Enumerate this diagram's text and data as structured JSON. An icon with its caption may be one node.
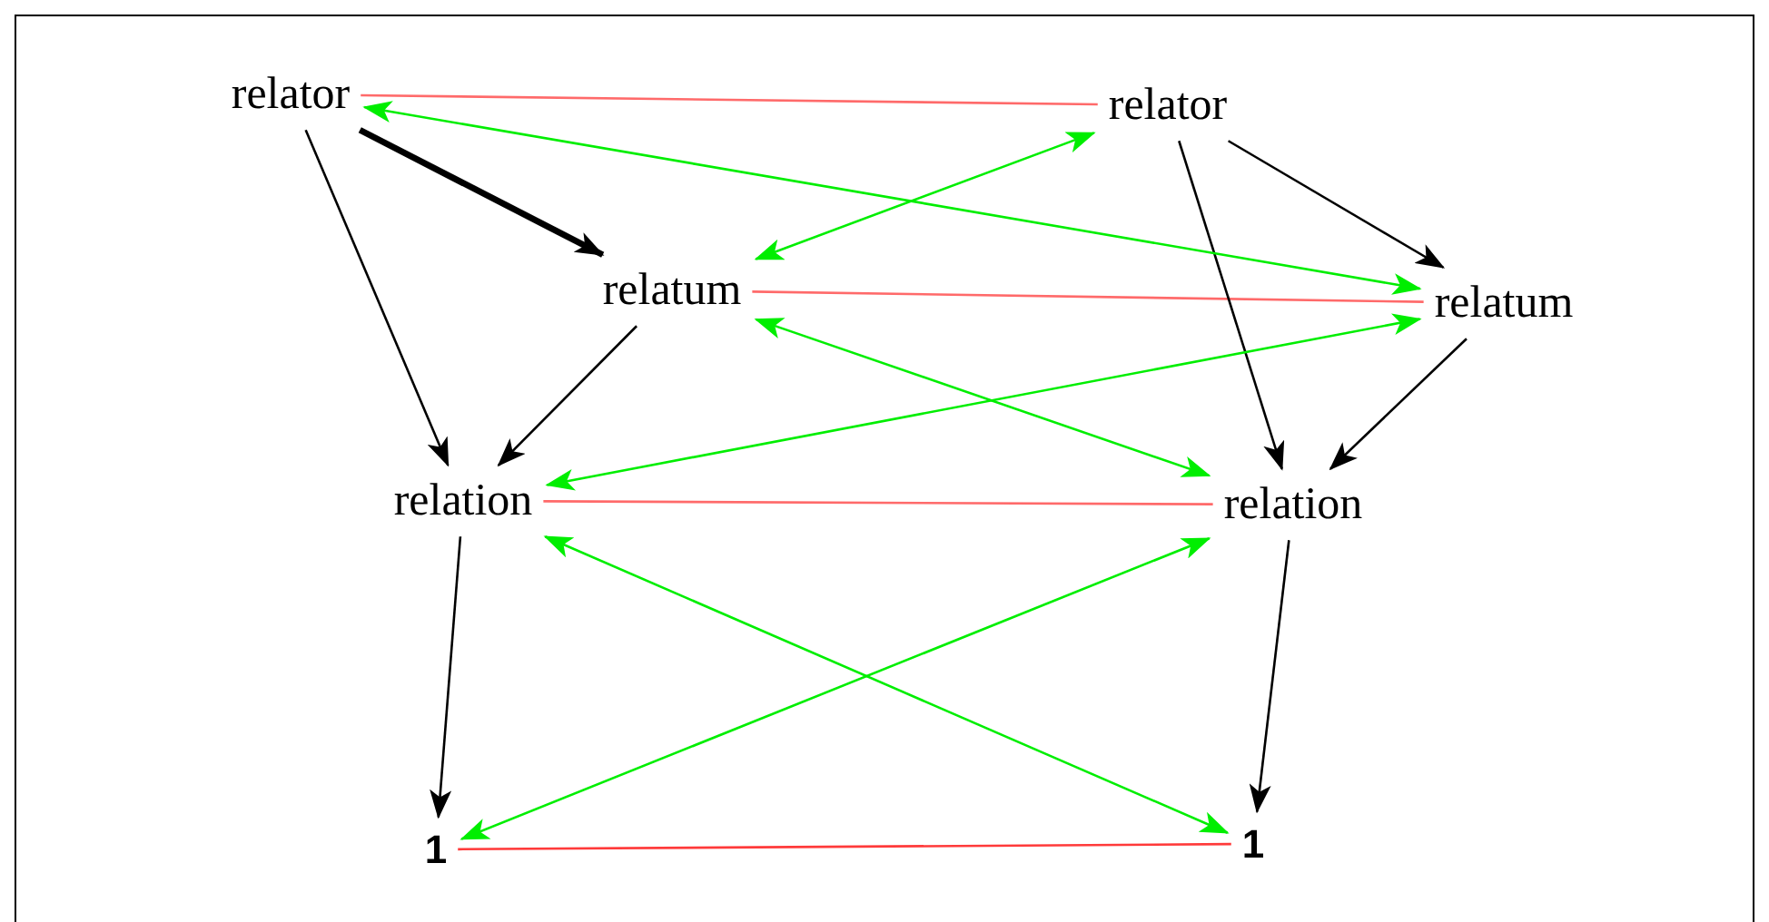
{
  "diagram": {
    "nodes": [
      {
        "text": [
          "relator"
        ]
      },
      {
        "text": [
          "relator"
        ]
      },
      {
        "text": [
          "relatum"
        ]
      },
      {
        "text": [
          "relatum"
        ]
      },
      {
        "text": [
          "relation"
        ]
      },
      {
        "text": [
          "relation"
        ]
      },
      {
        "text": [
          "1"
        ]
      },
      {
        "text": [
          "1"
        ]
      }
    ],
    "edges": [
      {
        "from": 0,
        "to": 1,
        "arrow": "none",
        "color": "#ff6a6a"
      },
      {
        "from": 2,
        "to": 3,
        "arrow": "none",
        "color": "#ff6a6a"
      },
      {
        "from": 4,
        "to": 5,
        "arrow": "none",
        "color": "#ff6a6a"
      },
      {
        "from": 6,
        "to": 7,
        "arrow": "none",
        "color": "#ff3a3a"
      },
      {
        "from": 0,
        "to": 2,
        "arrow": "to",
        "style": "thick"
      },
      {
        "from": 0,
        "to": 4,
        "arrow": "to"
      },
      {
        "from": 1,
        "to": 3,
        "arrow": "to"
      },
      {
        "from": 1,
        "to": 5,
        "arrow": "to"
      },
      {
        "from": 2,
        "to": 4,
        "arrow": "to"
      },
      {
        "from": 3,
        "to": 5,
        "arrow": "to"
      },
      {
        "from": 4,
        "to": 6,
        "arrow": "to"
      },
      {
        "from": 5,
        "to": 7,
        "arrow": "to"
      },
      {
        "from": 0,
        "to": 3,
        "arrow": "both",
        "color": "#00ee00"
      },
      {
        "from": 1,
        "to": 2,
        "arrow": "both",
        "color": "#00ee00"
      },
      {
        "from": 2,
        "to": 5,
        "arrow": "both",
        "color": "#00ee00"
      },
      {
        "from": 3,
        "to": 4,
        "arrow": "both",
        "color": "#00ee00"
      },
      {
        "from": 4,
        "to": 7,
        "arrow": "both",
        "color": "#00ee00"
      },
      {
        "from": 5,
        "to": 6,
        "arrow": "both",
        "color": "#00ee00"
      }
    ]
  }
}
